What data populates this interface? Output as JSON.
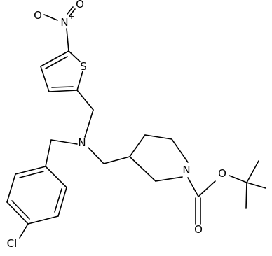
{
  "molecule": {
    "atom_labels": {
      "n_nitro": "N",
      "o_nitro_top": "O",
      "o_nitro_left": "O",
      "charge_plus": "+",
      "charge_minus": "−",
      "s_thiophene": "S",
      "n_amine": "N",
      "n_pyrrolidine": "N",
      "o_ester": "O",
      "o_carbonyl": "O",
      "cl": "Cl"
    }
  }
}
